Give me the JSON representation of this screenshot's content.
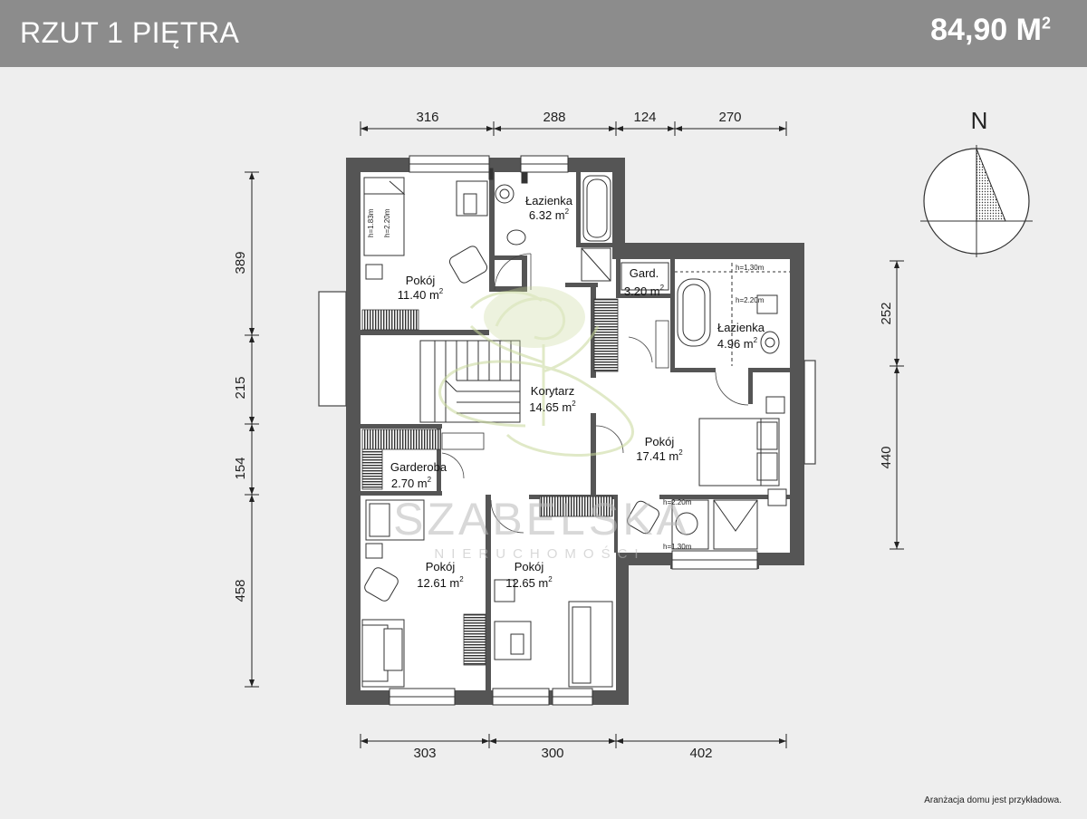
{
  "header": {
    "title": "RZUT 1 PIĘTRA",
    "area_value": "84,90 M",
    "area_unit_sup": "2"
  },
  "dimensions": {
    "top": [
      "316",
      "288",
      "124",
      "270"
    ],
    "bottom": [
      "303",
      "300",
      "402"
    ],
    "left": [
      "389",
      "215",
      "154",
      "458"
    ],
    "right": [
      "252",
      "440"
    ]
  },
  "compass": {
    "label": "N"
  },
  "rooms": {
    "bath1_name": "Łazienka",
    "bath1_area": "6.32 m",
    "gard_name": "Gard.",
    "gard_area": "3.20 m",
    "bath2_name": "Łazienka",
    "bath2_area": "4.96 m",
    "room1_name": "Pokój",
    "room1_area": "11.40 m",
    "corridor_name": "Korytarz",
    "corridor_area": "14.65 m",
    "room2_name": "Pokój",
    "room2_area": "17.41 m",
    "wardrobe_name": "Garderoba",
    "wardrobe_area": "2.70 m",
    "room3_name": "Pokój",
    "room3_area": "12.61 m",
    "room4_name": "Pokój",
    "room4_area": "12.65 m",
    "sup": "2"
  },
  "heights": {
    "h183": "h=1.83m",
    "h220": "h=2.20m",
    "h130": "h=1,30m",
    "h220b": "h=2.20m",
    "h220c": "h=2.20m",
    "h130b": "h=1.30m"
  },
  "watermark": {
    "brand": "SZABELSKA",
    "sub": "NIERUCHOMOŚCI"
  },
  "note": "Aranżacja domu jest przykładowa."
}
